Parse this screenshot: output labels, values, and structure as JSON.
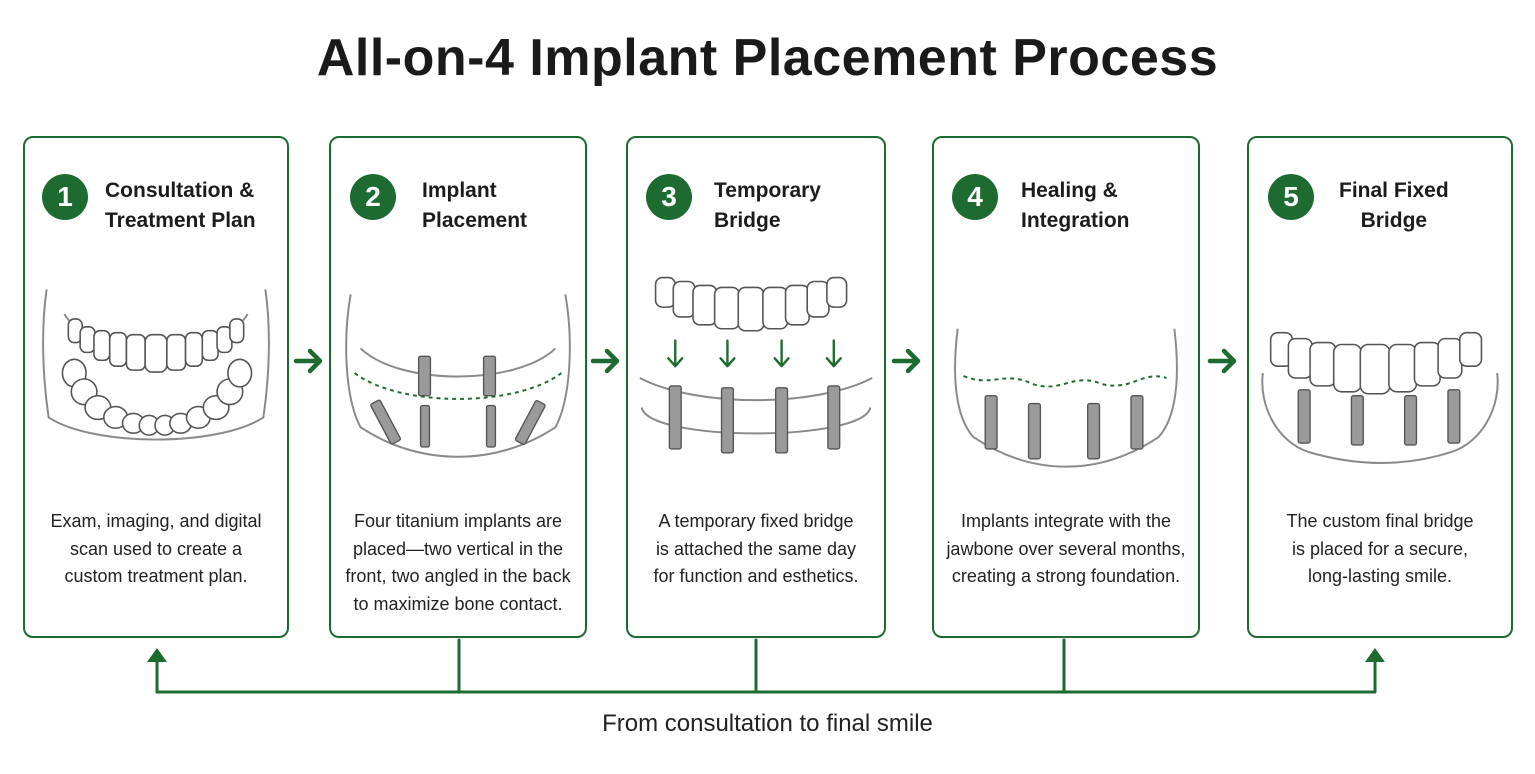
{
  "title": "All-on-4 Implant Placement Process",
  "steps": [
    {
      "number": "1",
      "title_line1": "Consultation &",
      "title_line2": "Treatment Plan",
      "desc": [
        "Exam, imaging, and digital",
        "scan used to create a",
        "custom treatment plan."
      ]
    },
    {
      "number": "2",
      "title_line1": "Implant",
      "title_line2": "Placement",
      "desc": [
        "Four titanium implants are",
        "placed—two vertical in the",
        "front, two angled in the back",
        "to maximize bone contact."
      ]
    },
    {
      "number": "3",
      "title_line1": "Temporary",
      "title_line2": "Bridge",
      "desc": [
        "A temporary fixed bridge",
        "is attached the same day",
        "for function and esthetics."
      ]
    },
    {
      "number": "4",
      "title_line1": "Healing &",
      "title_line2": "Integration",
      "desc": [
        "Implants integrate with the",
        "jawbone over several months,",
        "creating a strong foundation."
      ]
    },
    {
      "number": "5",
      "title_line1": "Final Fixed",
      "title_line2": "Bridge",
      "desc": [
        "The custom final bridge",
        "is placed for a secure,",
        "long-lasting smile."
      ]
    }
  ],
  "caption": "From consultation to final smile",
  "colors": {
    "accent": "#1e6b32",
    "line": "#8a8a8a",
    "text": "#1c1c1c"
  }
}
